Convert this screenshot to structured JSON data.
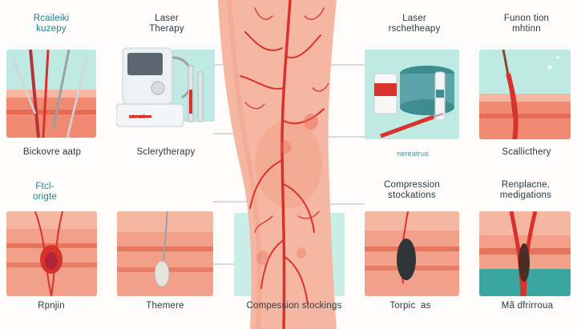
{
  "labels": {
    "top_left_title": "Rcaileiki\nkuzepy",
    "top_laser_title": "Laser\nTherapy",
    "top_right_laser_title": "Laser\nrschetheapy",
    "top_far_right_title": "Funon tion\nmhtinn",
    "mid_left_caption": "Bickovre aatp",
    "mid_sclero_caption": "Sclerytherapy",
    "mid_right_caption": "nereatrus",
    "mid_far_right_caption": "Scallicthery",
    "left_mid_title": "Ftcl-\norigte",
    "compression_title": "Compression\nstockations",
    "replacement_title": "Renplacne,\nmedigations",
    "bottom_left_caption": "Rpnjin",
    "bottom_theme_caption": "Themere",
    "bottom_center_caption": "Compession stockings",
    "bottom_right_caption": "Torpic  as",
    "bottom_far_right_caption": "Mã dfrirroua",
    "device_brand": "LEACE"
  },
  "colors": {
    "skin": "#f6b7a2",
    "tissue": "#f08a72",
    "vein": "#d8322c",
    "panel_bg": "#bfe9e3",
    "label": "#2b3a44"
  }
}
